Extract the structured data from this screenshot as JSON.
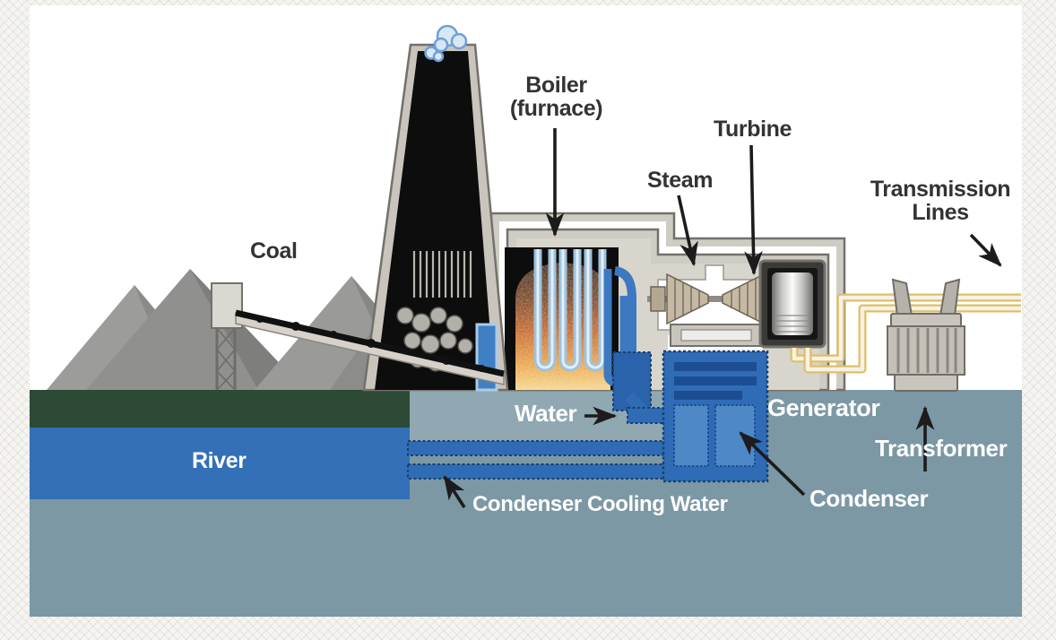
{
  "diagram": {
    "description": "Coal-fired electric power plant cutaway diagram",
    "labels": {
      "coal": "Coal",
      "boiler": "Boiler",
      "furnace": "(furnace)",
      "steam": "Steam",
      "turbine": "Turbine",
      "transmission": "Transmission",
      "lines": "Lines",
      "water": "Water",
      "generator": "Generator",
      "transformer": "Transformer",
      "river": "River",
      "condenser_cooling_water": "Condenser Cooling Water",
      "condenser": "Condenser"
    },
    "colors": {
      "river_blue": "#3370b8",
      "ground_slate": "#7b98a4",
      "ground_recess": "#8fa8b2",
      "grass_green": "#2c4a35",
      "pipe_blue": "#2f6cb5",
      "pipe_border": "#17416f",
      "flame_orange": "#c25a1d",
      "wire_yellow": "#dfbf66",
      "building_gray": "#cfccc4",
      "outline_gray": "#73716a",
      "label_dark": "#333333",
      "label_light": "#ffffff",
      "smoke_blue": "#6fa0d8"
    }
  }
}
